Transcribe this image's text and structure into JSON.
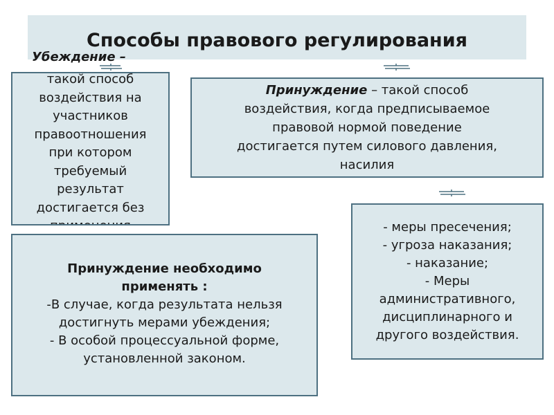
{
  "title": "Способы правового регулирования",
  "persuasion": {
    "heading": "Убеждение –",
    "lines": [
      "такой способ",
      "воздействия на",
      "участников",
      "правоотношения",
      "при котором",
      "требуемый",
      "результат",
      "достигается без",
      "применения"
    ]
  },
  "coercion": {
    "term": "Принуждение",
    "line1_rest": " – такой способ",
    "line2": "воздействия, когда предписываемое",
    "line3": "правовой  нормой поведение",
    "line4": "достигается путем силового давления,",
    "line5": "насилия"
  },
  "measures": {
    "items": [
      "- меры пресечения;",
      "- угроза наказания;",
      "-  наказание;",
      "- Меры",
      "административного,",
      "дисциплинарного и",
      "другого воздействия."
    ]
  },
  "necessity": {
    "heading_line1": "Принуждение необходимо",
    "heading_line2": "применять :",
    "item1_line1": "-В случае, когда результата нельзя",
    "item1_line2": "достигнуть мерами убеждения;",
    "item2_line1": "-  В особой процессуальной форме,",
    "item2_line2": "установленной законом."
  },
  "colors": {
    "box_fill": "#dce8ec",
    "box_border": "#4d7081",
    "connector": "#4d7081"
  }
}
